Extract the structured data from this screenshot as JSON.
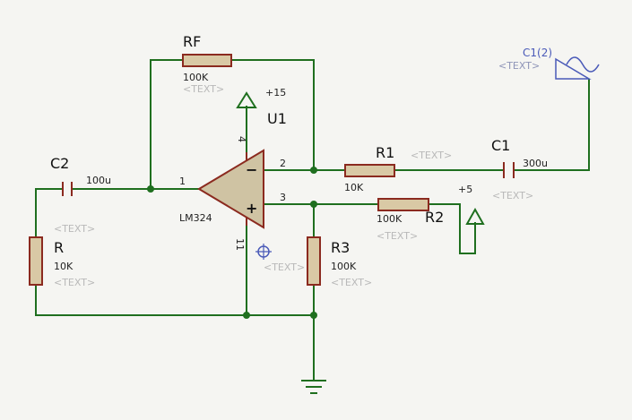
{
  "components": {
    "rf": {
      "ref": "RF",
      "value": "100K",
      "text": "<TEXT>"
    },
    "u1": {
      "ref": "U1",
      "part": "LM324",
      "pin_minus": "−",
      "pin_plus": "+",
      "pin1": "1",
      "pin2": "2",
      "pin3": "3",
      "pin4": "4",
      "pin11": "11"
    },
    "c2": {
      "ref": "C2",
      "value": "100u",
      "text": "<TEXT>"
    },
    "r": {
      "ref": "R",
      "value": "10K",
      "text": "<TEXT>"
    },
    "r1": {
      "ref": "R1",
      "value": "10K",
      "text": "<TEXT>"
    },
    "r2": {
      "ref": "R2",
      "value": "100K",
      "text": "<TEXT>"
    },
    "r3": {
      "ref": "R3",
      "value": "100K",
      "text": "<TEXT>"
    },
    "c1": {
      "ref": "C1",
      "value": "300u",
      "text": "<TEXT>"
    },
    "source": {
      "ref": "C1(2)",
      "text": "<TEXT>"
    },
    "supply_pos15": {
      "label": "+15"
    },
    "supply_pos5": {
      "label": "+5"
    },
    "probe": {
      "text": "<TEXT>"
    }
  },
  "colors": {
    "wire": "#1f6f1f",
    "component_outline": "#8b2a1f",
    "component_fill": "#d9c9a5",
    "placeholder_text": "#b9b9b9",
    "source_label": "#4a5ab8"
  }
}
